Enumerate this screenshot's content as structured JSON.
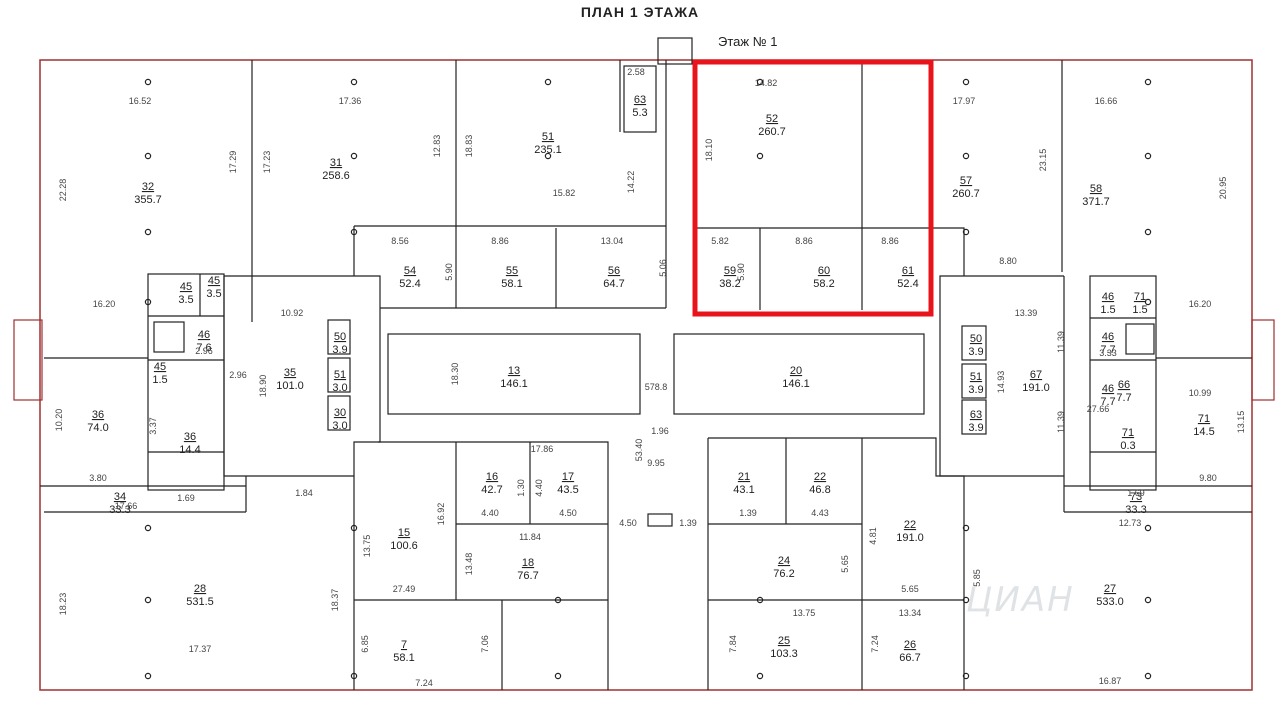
{
  "title": "ПЛАН 1 ЭТАЖА",
  "floor_label": "Этаж № 1",
  "watermark": "ЦИАН",
  "highlight_color": "#e8141b",
  "line_color": "#222222",
  "outer_color": "#9e3030",
  "rooms": [
    {
      "num": "32",
      "area": "355.7"
    },
    {
      "num": "31",
      "area": "258.6"
    },
    {
      "num": "51",
      "area": "235.1"
    },
    {
      "num": "63",
      "area": "5.3"
    },
    {
      "num": "52",
      "area": "260.7"
    },
    {
      "num": "57",
      "area": "260.7"
    },
    {
      "num": "58",
      "area": "371.7"
    },
    {
      "num": "54",
      "area": "52.4"
    },
    {
      "num": "55",
      "area": "58.1"
    },
    {
      "num": "56",
      "area": "64.7"
    },
    {
      "num": "59",
      "area": "38.2"
    },
    {
      "num": "60",
      "area": "58.2"
    },
    {
      "num": "61",
      "area": "52.4"
    },
    {
      "num": "45",
      "area": "3.5"
    },
    {
      "num": "45",
      "area": "3.5"
    },
    {
      "num": "46",
      "area": "7.6"
    },
    {
      "num": "35",
      "area": "101.0"
    },
    {
      "num": "50",
      "area": "3.9"
    },
    {
      "num": "51",
      "area": "3.0"
    },
    {
      "num": "30",
      "area": "3.0"
    },
    {
      "num": "13",
      "area": "146.1"
    },
    {
      "num": "20",
      "area": "146.1"
    },
    {
      "num": "50",
      "area": "3.9"
    },
    {
      "num": "51",
      "area": "3.9"
    },
    {
      "num": "63",
      "area": "3.9"
    },
    {
      "num": "67",
      "area": "191.0"
    },
    {
      "num": "46",
      "area": "7.7"
    },
    {
      "num": "46",
      "area": "7.7"
    },
    {
      "num": "66",
      "area": "7.7"
    },
    {
      "num": "71",
      "area": "14.5"
    },
    {
      "num": "71",
      "area": "0.3"
    },
    {
      "num": "36",
      "area": "74.0"
    },
    {
      "num": "36",
      "area": "14.4"
    },
    {
      "num": "34",
      "area": "33.3"
    },
    {
      "num": "73",
      "area": "33.3"
    },
    {
      "num": "16",
      "area": "42.7"
    },
    {
      "num": "17",
      "area": "43.5"
    },
    {
      "num": "21",
      "area": "43.1"
    },
    {
      "num": "22",
      "area": "46.8"
    },
    {
      "num": "15",
      "area": "100.6"
    },
    {
      "num": "18",
      "area": "76.7"
    },
    {
      "num": "24",
      "area": "76.2"
    },
    {
      "num": "22",
      "area": "191.0"
    },
    {
      "num": "28",
      "area": "531.5"
    },
    {
      "num": "27",
      "area": "533.0"
    },
    {
      "num": "7",
      "area": "58.1"
    },
    {
      "num": "25",
      "area": "103.3"
    },
    {
      "num": "26",
      "area": "66.7"
    },
    {
      "num": "45",
      "area": "1.5"
    },
    {
      "num": "46",
      "area": "1.5"
    },
    {
      "num": "71",
      "area": "1.5"
    }
  ],
  "dims": [
    "14.82",
    "16.52",
    "17.36",
    "17.97",
    "16.66",
    "22.28",
    "17.29",
    "17.23",
    "12.83",
    "18.83",
    "15.82",
    "14.22",
    "18.10",
    "23.15",
    "20.95",
    "2.58",
    "8.56",
    "5.90",
    "8.86",
    "13.04",
    "5.06",
    "5.82",
    "5.90",
    "8.86",
    "8.86",
    "8.80",
    "16.20",
    "16.20",
    "10.92",
    "2.96",
    "2.96",
    "18.90",
    "18.30",
    "578.8",
    "13.39",
    "11.39",
    "14.93",
    "11.39",
    "3.33",
    "10.20",
    "3.37",
    "10.99",
    "13.15",
    "3.80",
    "9.80",
    "1.69",
    "17.66",
    "1.84",
    "1.69",
    "17.86",
    "1.96",
    "53.40",
    "9.95",
    "1.30",
    "4.40",
    "4.40",
    "4.50",
    "4.50",
    "1.39",
    "1.39",
    "4.43",
    "4.81",
    "12.73",
    "16.92",
    "13.75",
    "11.84",
    "13.48",
    "5.65",
    "5.65",
    "5.85",
    "18.23",
    "18.37",
    "17.37",
    "27.49",
    "13.75",
    "13.34",
    "6.85",
    "7.06",
    "7.84",
    "7.24",
    "7.24",
    "16.87",
    "27.66",
    "1.3"
  ]
}
